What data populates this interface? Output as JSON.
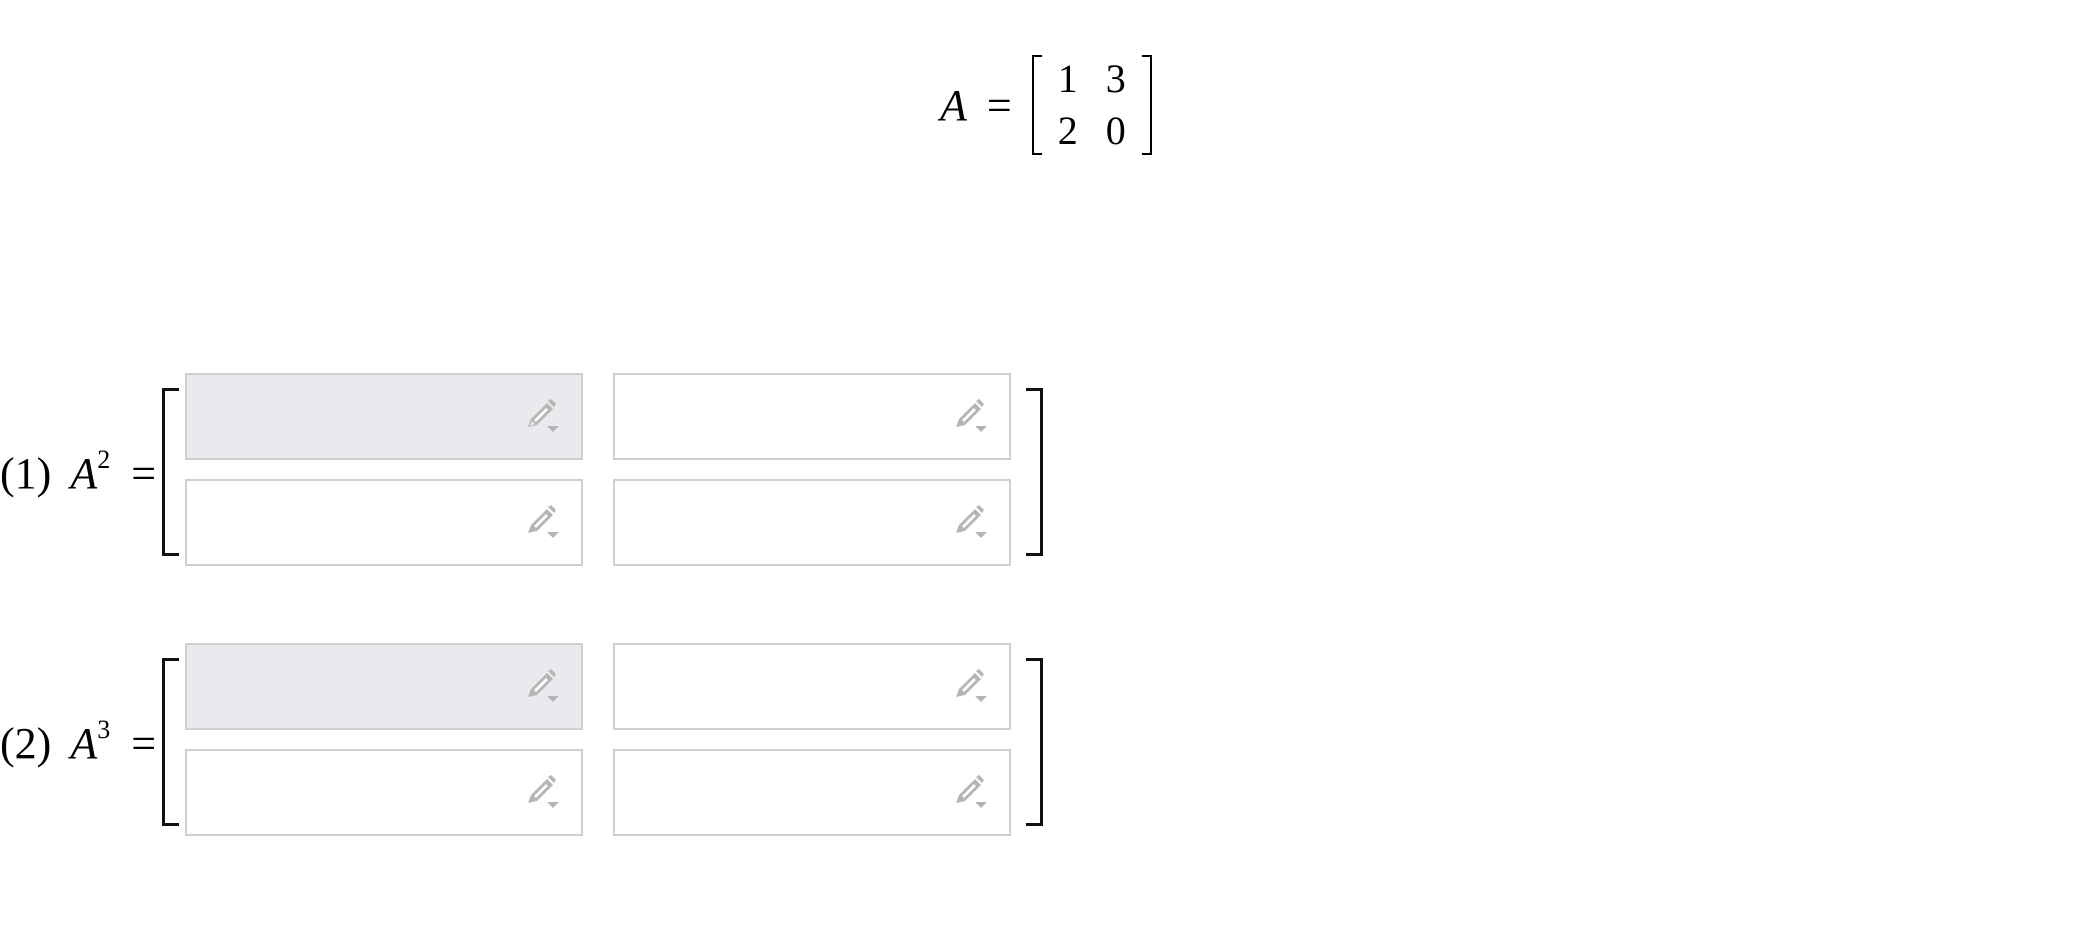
{
  "given": {
    "variable": "A",
    "equals": "=",
    "matrix": [
      [
        "1",
        "3"
      ],
      [
        "2",
        "0"
      ]
    ]
  },
  "problems": [
    {
      "number": "(1)",
      "base": "A",
      "exponent": "2",
      "equals": "=",
      "cells": [
        {
          "value": "",
          "placeholder": "",
          "icon": "pencil-dropdown-icon",
          "focused": true
        },
        {
          "value": "",
          "placeholder": "",
          "icon": "pencil-dropdown-icon",
          "focused": false
        },
        {
          "value": "",
          "placeholder": "",
          "icon": "pencil-dropdown-icon",
          "focused": false
        },
        {
          "value": "",
          "placeholder": "",
          "icon": "pencil-dropdown-icon",
          "focused": false
        }
      ]
    },
    {
      "number": "(2)",
      "base": "A",
      "exponent": "3",
      "equals": "=",
      "cells": [
        {
          "value": "",
          "placeholder": "",
          "icon": "pencil-dropdown-icon",
          "focused": true
        },
        {
          "value": "",
          "placeholder": "",
          "icon": "pencil-dropdown-icon",
          "focused": false
        },
        {
          "value": "",
          "placeholder": "",
          "icon": "pencil-dropdown-icon",
          "focused": false
        },
        {
          "value": "",
          "placeholder": "",
          "icon": "pencil-dropdown-icon",
          "focused": false
        }
      ]
    }
  ],
  "colors": {
    "cell_border": "#cfcfcf",
    "cell_focused_bg": "#e9eaed",
    "icon_gray": "#b5b5b5",
    "bracket": "#111111"
  }
}
